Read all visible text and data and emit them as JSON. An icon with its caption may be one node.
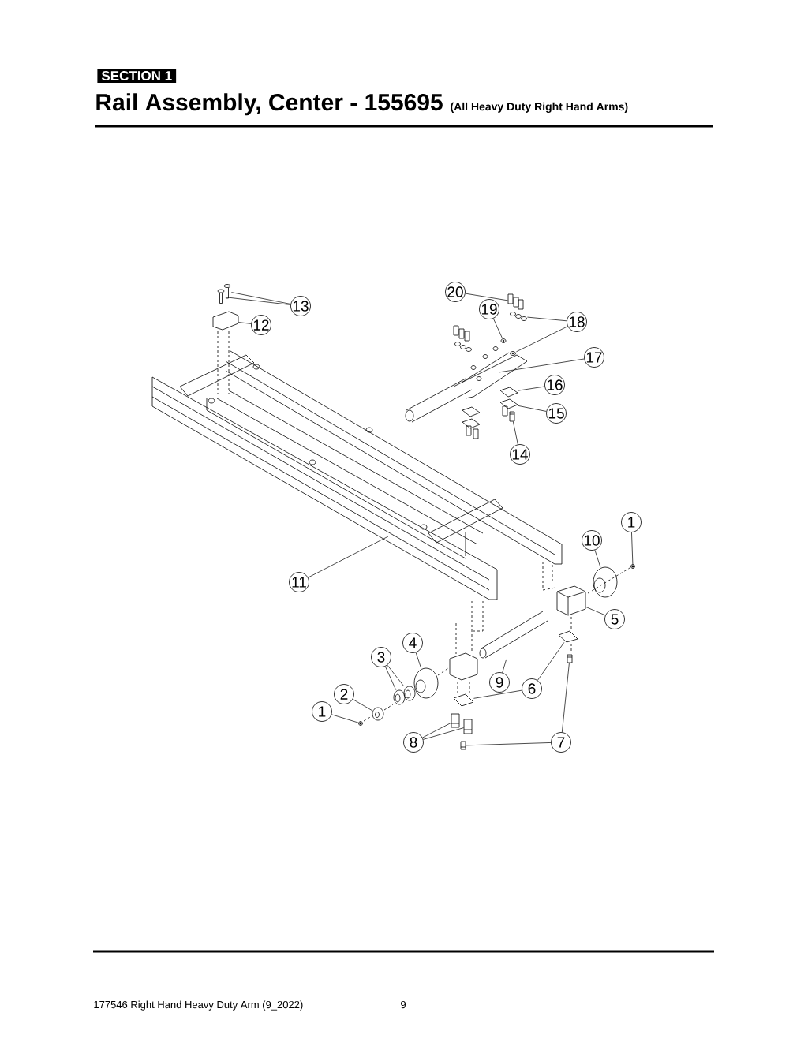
{
  "diagram": {
    "title": "Rail Assembly, Center - 155695",
    "nodes": [
      {
        "text": [
          "20"
        ]
      },
      {
        "text": [
          "13"
        ]
      },
      {
        "text": [
          "19"
        ]
      },
      {
        "text": [
          "18"
        ]
      },
      {
        "text": [
          "12"
        ]
      },
      {
        "text": [
          "17"
        ]
      },
      {
        "text": [
          "16"
        ]
      },
      {
        "text": [
          "15"
        ]
      },
      {
        "text": [
          "14"
        ]
      },
      {
        "text": [
          "1"
        ]
      },
      {
        "text": [
          "10"
        ]
      },
      {
        "text": [
          "11"
        ]
      },
      {
        "text": [
          "5"
        ]
      },
      {
        "text": [
          "4"
        ]
      },
      {
        "text": [
          "3"
        ]
      },
      {
        "text": [
          "9"
        ]
      },
      {
        "text": [
          "2"
        ]
      },
      {
        "text": [
          "6"
        ]
      },
      {
        "text": [
          "1"
        ]
      },
      {
        "text": [
          "8"
        ]
      },
      {
        "text": [
          "7"
        ]
      },
      {
        "text": [],
        "shape": "picture"
      },
      {
        "text": [],
        "shape": "picture"
      },
      {
        "text": [],
        "shape": "picture"
      },
      {
        "text": [],
        "shape": "picture"
      },
      {
        "text": [],
        "shape": "picture"
      },
      {
        "text": [],
        "shape": "picture"
      },
      {
        "text": [],
        "shape": "picture"
      },
      {
        "text": [],
        "shape": "picture"
      },
      {
        "text": [],
        "shape": "picture"
      },
      {
        "text": [],
        "shape": "picture"
      },
      {
        "text": [],
        "shape": "picture"
      },
      {
        "text": [],
        "shape": "picture"
      },
      {
        "text": [],
        "shape": "picture"
      },
      {
        "text": [],
        "shape": "picture"
      },
      {
        "text": [],
        "shape": "picture"
      },
      {
        "text": [],
        "shape": "picture"
      },
      {
        "text": [],
        "shape": "picture"
      },
      {
        "text": [],
        "shape": "picture"
      },
      {
        "text": [],
        "shape": "picture"
      },
      {
        "text": [],
        "shape": "picture"
      },
      {
        "text": [],
        "shape": "picture"
      },
      {
        "text": [],
        "shape": "picture"
      },
      {
        "text": [],
        "shape": "picture"
      },
      {
        "text": [],
        "shape": "picture"
      },
      {
        "text": [],
        "shape": "picture"
      }
    ],
    "edges": [
      {
        "from": 0,
        "to": 21,
        "arrow": "none"
      },
      {
        "from": 1,
        "to": 22,
        "arrow": "none"
      },
      {
        "from": 1,
        "to": 23,
        "arrow": "none"
      },
      {
        "from": 2,
        "to": 24,
        "arrow": "none"
      },
      {
        "from": 3,
        "to": 25,
        "arrow": "none"
      },
      {
        "from": 3,
        "to": 26,
        "arrow": "none"
      },
      {
        "from": 4,
        "to": 27,
        "arrow": "none"
      },
      {
        "from": 5,
        "to": null,
        "arrow": "none"
      },
      {
        "from": 6,
        "to": 28,
        "arrow": "none"
      },
      {
        "from": 7,
        "to": 29,
        "arrow": "none"
      },
      {
        "from": 8,
        "to": 30,
        "arrow": "none"
      },
      {
        "from": 9,
        "to": 31,
        "arrow": "none"
      },
      {
        "from": 10,
        "to": 32,
        "arrow": "none"
      },
      {
        "from": 11,
        "to": null,
        "arrow": "none"
      },
      {
        "from": 12,
        "to": 33,
        "arrow": "none"
      },
      {
        "from": 13,
        "to": 34,
        "arrow": "none"
      },
      {
        "from": 14,
        "to": 35,
        "arrow": "none"
      },
      {
        "from": 14,
        "to": 36,
        "arrow": "none"
      },
      {
        "from": 15,
        "to": 37,
        "arrow": "none"
      },
      {
        "from": 16,
        "to": 38,
        "arrow": "none"
      },
      {
        "from": 17,
        "to": 39,
        "arrow": "none"
      },
      {
        "from": 17,
        "to": 40,
        "arrow": "none"
      },
      {
        "from": 18,
        "to": 41,
        "arrow": "none"
      },
      {
        "from": 19,
        "to": 42,
        "arrow": "none"
      },
      {
        "from": 19,
        "to": 43,
        "arrow": "none"
      },
      {
        "from": 20,
        "to": 44,
        "arrow": "none"
      },
      {
        "from": 20,
        "to": 45,
        "arrow": "none"
      }
    ],
    "labels": [
      "SECTION 1",
      "(All Heavy Duty Right Hand Arms)",
      "177546 Right Hand Heavy Duty Arm (9_2022)",
      "9"
    ]
  }
}
